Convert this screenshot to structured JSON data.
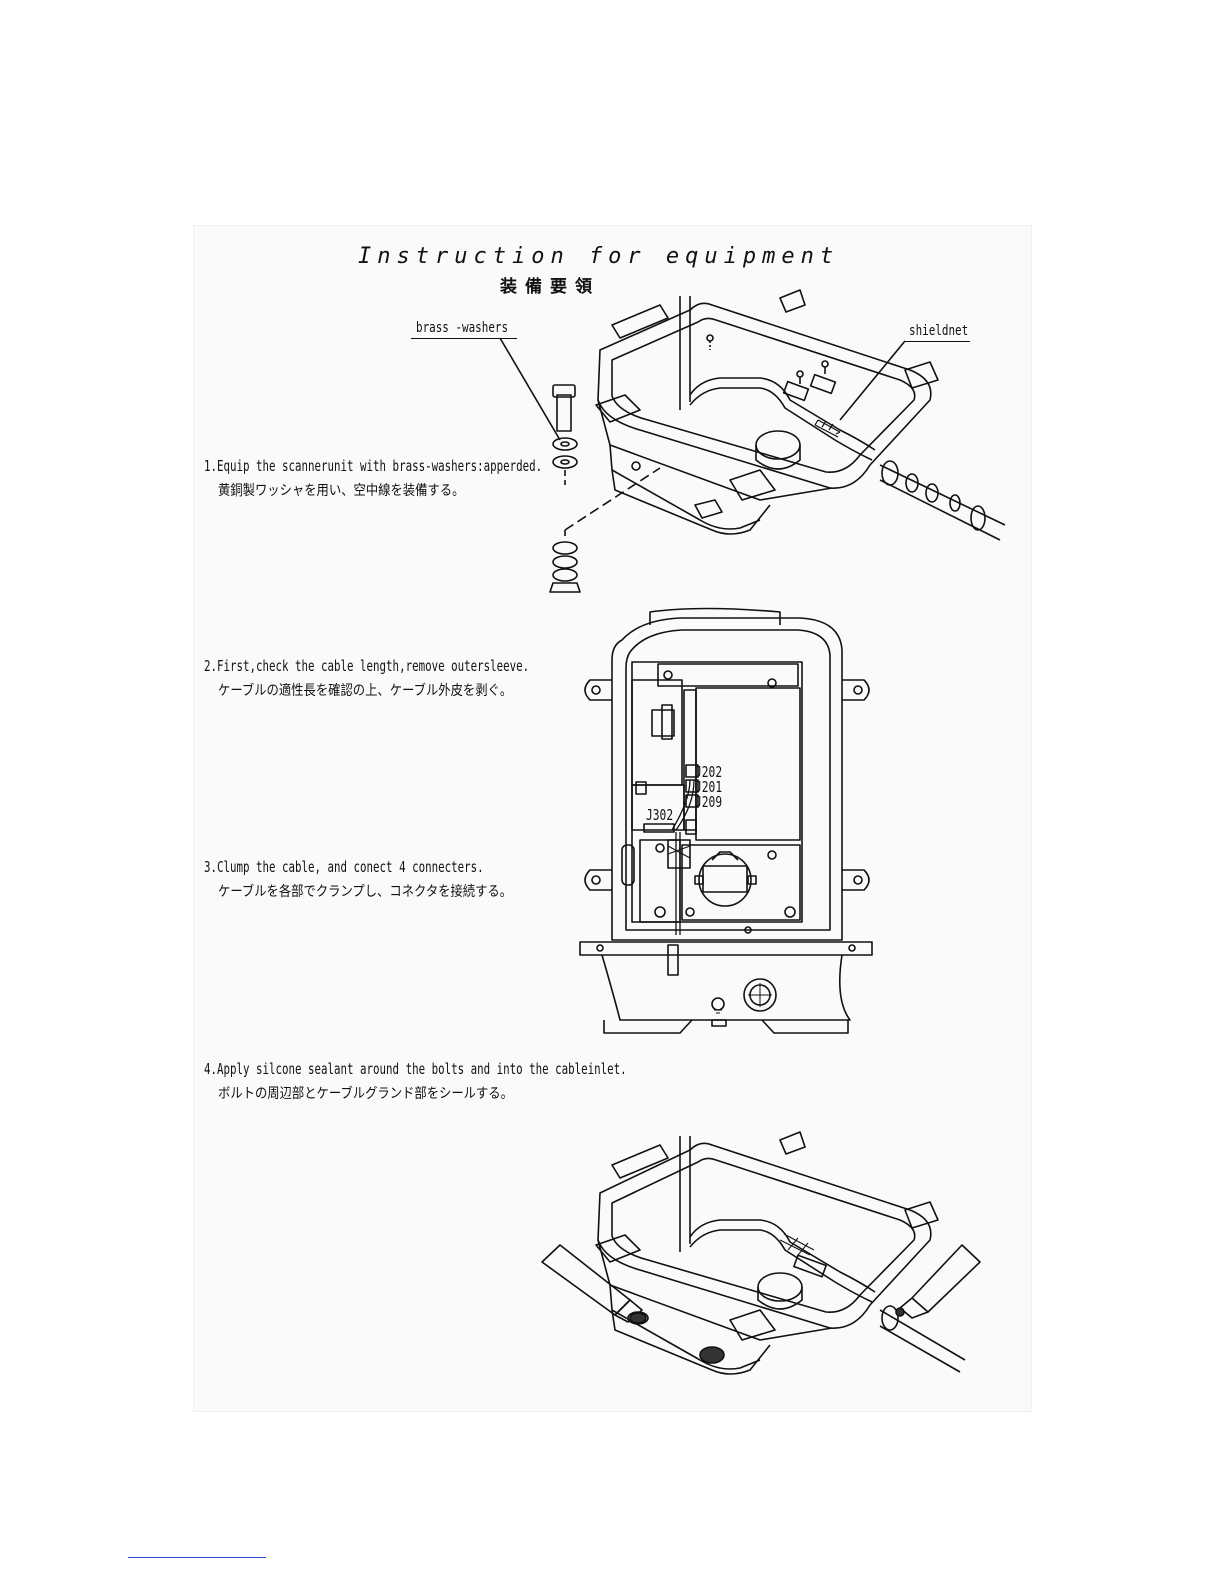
{
  "page": {
    "title": "Instruction for equipment",
    "title_jp": "装備要領"
  },
  "callouts": {
    "brass_washers": "brass -washers",
    "shieldnet": "shieldnet"
  },
  "steps": [
    {
      "en": "1.Equip the scannerunit with brass-washers:apperded.",
      "jp": "黄銅製ワッシャを用い、空中線を装備する。"
    },
    {
      "en": "2.First,check the cable length,remove outersleeve.",
      "jp": "ケーブルの適性長を確認の上、ケーブル外皮を剥ぐ。"
    },
    {
      "en": "3.Clump the cable, and conect 4 connecters.",
      "jp": "ケーブルを各部でクランプし、コネクタを接続する。"
    },
    {
      "en": "4.Apply silcone sealant around the bolts and into the cableinlet.",
      "jp": "ボルトの周辺部とケーブルグランド部をシールする。"
    }
  ],
  "connectors": {
    "j202": "J202",
    "j201": "J201",
    "j209": "J209",
    "j302": "J302"
  }
}
